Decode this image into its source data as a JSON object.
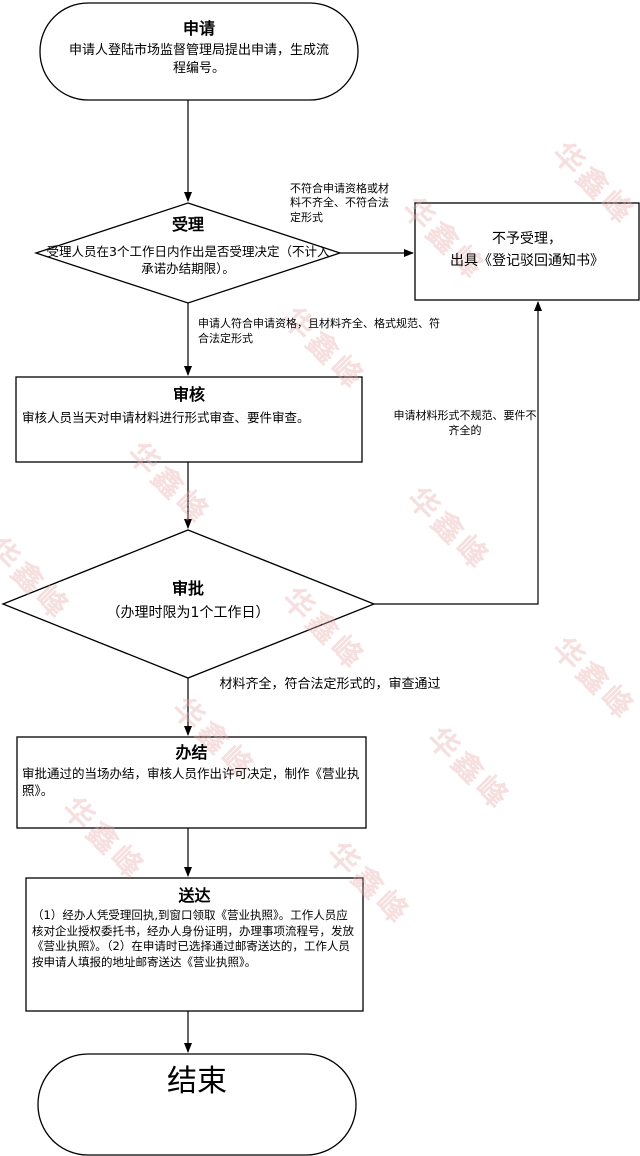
{
  "watermark": "华鑫峰",
  "nodes": {
    "apply": {
      "title": "申请",
      "desc": "申请人登陆市场监督管理局提出申请，生成流程编号。"
    },
    "accept": {
      "title": "受理",
      "desc": "受理人员在3个工作日内作出是否受理决定（不计入承诺办结期限）。"
    },
    "reject": {
      "line1": "不予受理，",
      "line2": "出具《登记驳回通知书》"
    },
    "review": {
      "title": "审核",
      "desc": "审核人员当天对申请材料进行形式审查、要件审查。"
    },
    "approve": {
      "title": "审批",
      "desc": "（办理时限为1个工作日）"
    },
    "complete": {
      "title": "办结",
      "desc": "审批通过的当场办结，审核人员作出许可决定，制作《营业执照》。"
    },
    "deliver": {
      "title": "送达",
      "desc": "（1）经办人凭受理回执,到窗口领取《营业执照》。工作人员应核对企业授权委托书，经办人身份证明，办理事项流程号，发放《营业执照》。（2）在申请时已选择通过邮寄送达的，工作人员按申请人填报的地址邮寄送达《营业执照》。"
    },
    "end": {
      "title": "结束"
    }
  },
  "edge_labels": {
    "not_qualified": "不符合申请资格或材料不齐全、不符合法定形式",
    "qualified": "申请人符合申请资格，且材料齐全、格式规范、符合法定形式",
    "review_fail": "申请材料形式不规范、要件不齐全的",
    "approve_pass": "材料齐全，符合法定形式的，审查通过"
  }
}
